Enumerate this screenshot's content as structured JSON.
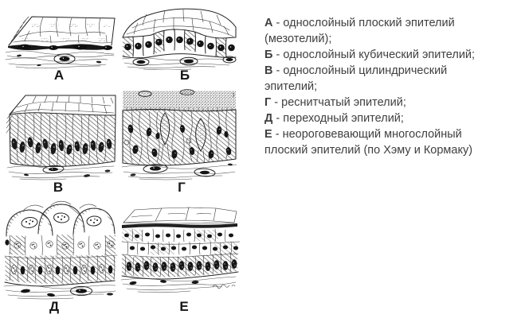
{
  "figure": {
    "panels": [
      {
        "label": "А"
      },
      {
        "label": "Б"
      },
      {
        "label": "В"
      },
      {
        "label": "Г"
      },
      {
        "label": "Д"
      },
      {
        "label": "Е"
      }
    ],
    "legend": [
      {
        "letter": "А",
        "line1": "- однослойный плоский эпителий",
        "line2": "(мезотелий);"
      },
      {
        "letter": "Б",
        "line1": "- однослойный кубический эпителий;",
        "line2": ""
      },
      {
        "letter": "В",
        "line1": "- однослойный цилиндрический",
        "line2": "эпителий;"
      },
      {
        "letter": "Г",
        "line1": "- реснитчатый эпителий;",
        "line2": ""
      },
      {
        "letter": "Д",
        "line1": "- переходный эпителий;",
        "line2": ""
      },
      {
        "letter": "Е",
        "line1": "- неороговевающий многослойный",
        "line2": "плоский эпителий (по Хэму и Кормаку)"
      }
    ],
    "ink_color": "#1a1a1a",
    "text_color": "#3f3f3f"
  }
}
